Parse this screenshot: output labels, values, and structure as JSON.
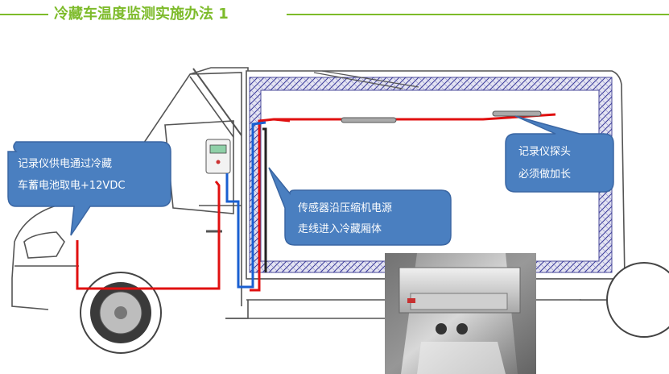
{
  "title": "冷藏车温度监测实施办法 1",
  "callouts": {
    "power": {
      "line1": "记录仪供电通过冷藏",
      "line2": "车蓄电池取电+12VDC"
    },
    "sensor_wire": {
      "line1": "传感器沿压缩机电源",
      "line2": "走线进入冷藏厢体"
    },
    "probe": {
      "line1": "记录仪探头",
      "line2": "必须做加长"
    }
  },
  "colors": {
    "accent": "#7dbb2a",
    "callout_fill": "#4a7fc0",
    "callout_stroke": "#3a66a3",
    "power_wire": "#e01010",
    "signal_wire": "#1a5fd1",
    "insulation_hatch": "#3a3a9a"
  }
}
